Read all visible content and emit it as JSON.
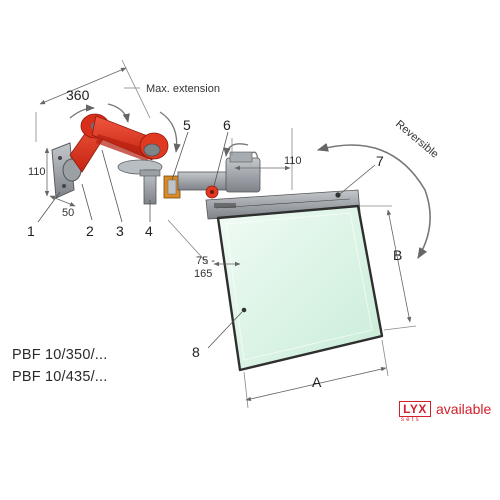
{
  "callouts": [
    "1",
    "2",
    "3",
    "4",
    "5",
    "6",
    "7",
    "8"
  ],
  "dimensions": {
    "arm_length": "360",
    "max_extension": "Max. extension",
    "base_height": "110",
    "base_width": "50",
    "offset": "110",
    "range_top": "75 -",
    "range_bottom": "165",
    "width": "A",
    "height": "B",
    "reversible": "Reversible"
  },
  "models": [
    "PBF 10/350/...",
    "PBF 10/435/..."
  ],
  "badge": {
    "brand": "LYX",
    "brand_sub": "sets",
    "text": "available"
  },
  "colors": {
    "arm": "#e5321d",
    "metal": "#8f949a",
    "glass": "#dff5e9",
    "brand": "#d21f2b"
  }
}
